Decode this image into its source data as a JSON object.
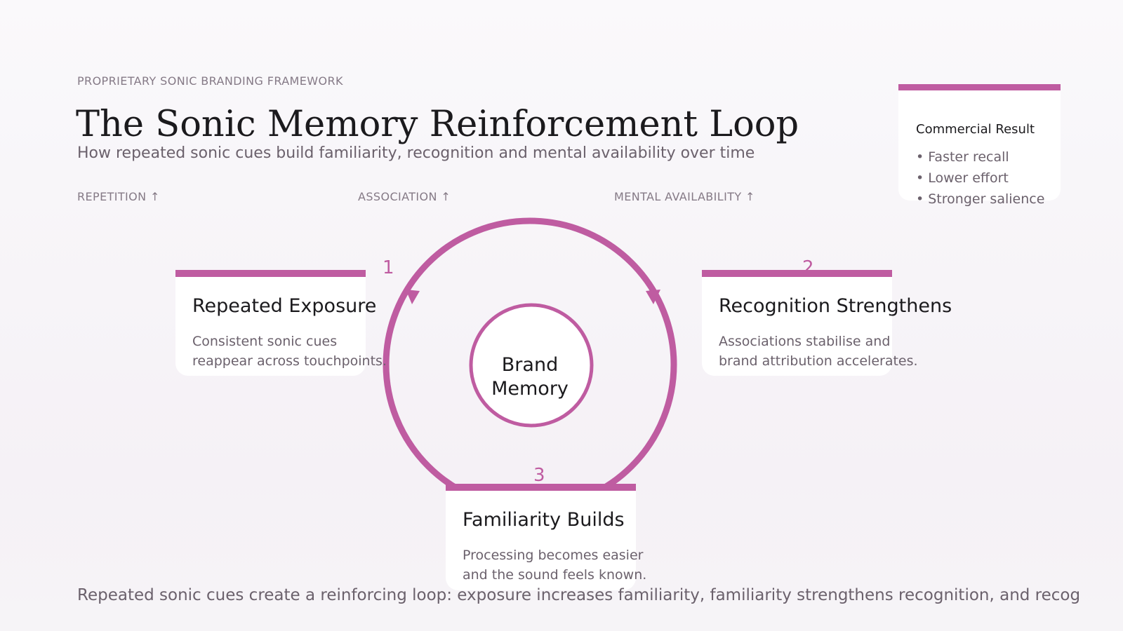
{
  "header": {
    "kicker": "PROPRIETARY SONIC BRANDING FRAMEWORK",
    "title": "The Sonic Memory Reinforcement Loop",
    "subtitle": "How repeated sonic cues build familiarity, recognition and mental availability over time"
  },
  "axis_labels": [
    "REPETITION ↑",
    "ASSOCIATION ↑",
    "MENTAL AVAILABILITY ↑"
  ],
  "result": {
    "title": "Commercial Result",
    "items": [
      "• Faster recall",
      "• Lower effort",
      "• Stronger salience"
    ]
  },
  "hub": {
    "line1": "Brand",
    "line2": "Memory"
  },
  "steps": [
    {
      "number": "1",
      "title": "Repeated Exposure",
      "desc_line1": "Consistent sonic cues",
      "desc_line2": "reappear across touchpoints."
    },
    {
      "number": "2",
      "title": "Recognition Strengthens",
      "desc_line1": "Associations stabilise and",
      "desc_line2": "brand attribution accelerates."
    },
    {
      "number": "3",
      "title": "Familiarity Builds",
      "desc_line1": "Processing becomes easier",
      "desc_line2": "and the sound feels known."
    }
  ],
  "footer": "Repeated sonic cues create a reinforcing loop: exposure increases familiarity, familiarity strengthens recognition, and recog",
  "colors": {
    "accent": "#bf5ca1",
    "text": "#1b1a1d",
    "muted": "#6b616c",
    "card": "#ffffff"
  }
}
